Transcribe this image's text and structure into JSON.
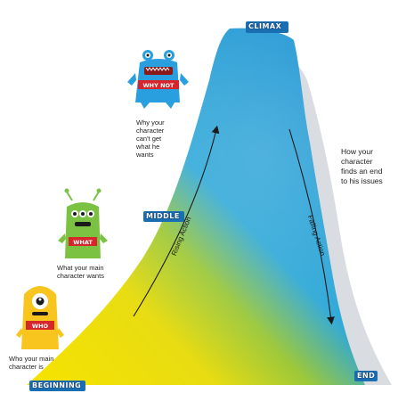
{
  "peak_label": "CLIMAX",
  "middle_label": "MIDDLE",
  "beginning_label": "BEGINNING",
  "end_label": "END",
  "rising_label": "Rising Action",
  "falling_label": "Falling Action",
  "monsters": {
    "who": {
      "badge": "WHO",
      "caption_lines": [
        "Who your main",
        "character is"
      ]
    },
    "what": {
      "badge": "WHAT",
      "caption_lines": [
        "What your main",
        "character wants"
      ]
    },
    "why_not": {
      "badge": "WHY NOT",
      "caption_lines": [
        "Why your",
        "character",
        "can't get",
        "what he",
        "wants"
      ]
    }
  },
  "end_caption_lines": [
    "How your",
    "character",
    "finds an end",
    "to his issues"
  ],
  "colors": {
    "yellow": "#f5d400",
    "green": "#8cc63f",
    "blue": "#1e9ad6",
    "deep_blue": "#1480c4",
    "monster_yellow": "#f7c51e",
    "monster_green": "#7cc242",
    "monster_blue": "#2a9fe0",
    "badge_red": "#d7252c"
  }
}
